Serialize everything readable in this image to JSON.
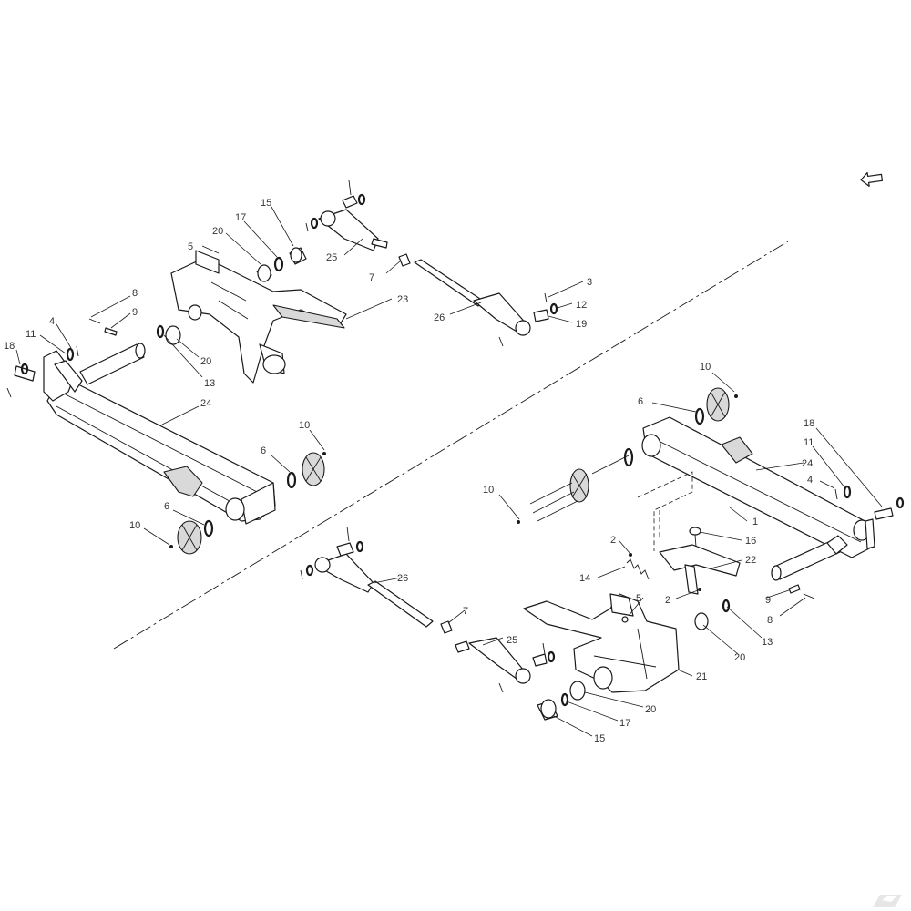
{
  "diagram": {
    "kind": "exploded parts view",
    "colors": {
      "line": "#1a1a1a",
      "label": "#333333",
      "shade": "#d9d9d9",
      "background": "#ffffff"
    },
    "icons": {
      "direction_arrow": "arrow-left-icon",
      "brand_logo": "brand-logo-icon"
    },
    "callouts": {
      "upper_left": {
        "c5": "5",
        "c20a": "20",
        "c17": "17",
        "c15": "15",
        "c25": "25",
        "c7": "7",
        "c23": "23",
        "c26": "26",
        "c3": "3",
        "c12": "12",
        "c19": "19",
        "c8": "8",
        "c9": "9",
        "c4": "4",
        "c11": "11",
        "c18": "18",
        "c20b": "20",
        "c13": "13",
        "c24": "24",
        "c10a": "10",
        "c6a": "6",
        "c6b": "6",
        "c10b": "10"
      },
      "lower_right": {
        "c10a": "10",
        "c6": "6",
        "c18": "18",
        "c11": "11",
        "c24": "24",
        "c4": "4",
        "c10b": "10",
        "c1": "1",
        "c2a": "2",
        "c16": "16",
        "c22": "22",
        "c14": "14",
        "c2b": "2",
        "c9": "9",
        "c8": "8",
        "c13": "13",
        "c20a": "20",
        "c5": "5",
        "c26": "26",
        "c7": "7",
        "c25": "25",
        "c21": "21",
        "c20b": "20",
        "c17": "17",
        "c15": "15"
      }
    }
  }
}
